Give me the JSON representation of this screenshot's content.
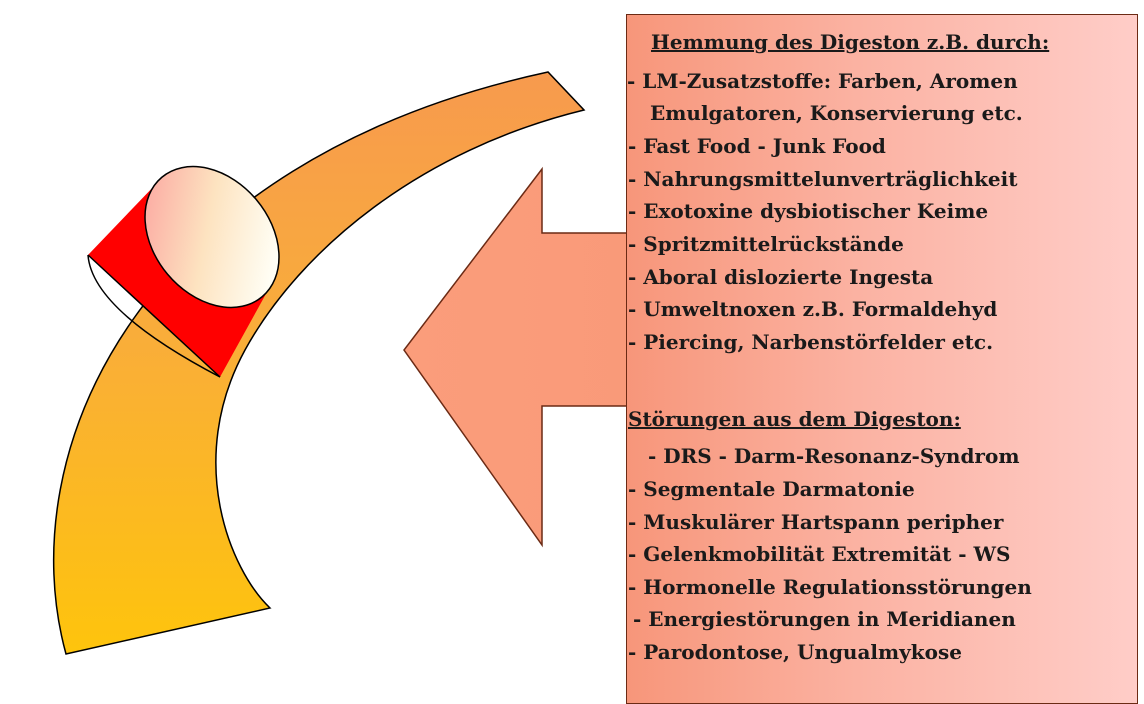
{
  "section_inhibition": {
    "heading": "Hemmung des Digeston z.B. durch:",
    "items": [
      "- LM-Zusatzstoffe: Farben, Aromen",
      "Emulgatoren, Konservierung etc.",
      "- Fast Food - Junk Food",
      "- Nahrungsmittelunverträglichkeit",
      "- Exotoxine dysbiotischer Keime",
      "- Spritzmittelrückstände",
      "- Aboral dislozierte Ingesta",
      "- Umweltnoxen z.B. Formaldehyd",
      "- Piercing, Narbenstörfelder etc."
    ]
  },
  "section_disturbances": {
    "heading": "Störungen aus dem Digeston:",
    "items": [
      "- DRS - Darm-Resonanz-Syndrom",
      "- Segmentale Darmatonie",
      "- Muskulärer Hartspann peripher",
      "- Gelenkmobilität Extremität - WS",
      "- Hormonelle Regulationsstörungen",
      "- Energiestörungen in Meridianen",
      "- Parodontose, Ungualmykose"
    ]
  },
  "colors": {
    "arc_top": "#f8a646",
    "arc_bottom": "#ffc40a",
    "ring_red": "#ff0000",
    "arrow": "#fa9a78",
    "panel_left": "#f7967a",
    "panel_right": "#ffcdc8"
  }
}
